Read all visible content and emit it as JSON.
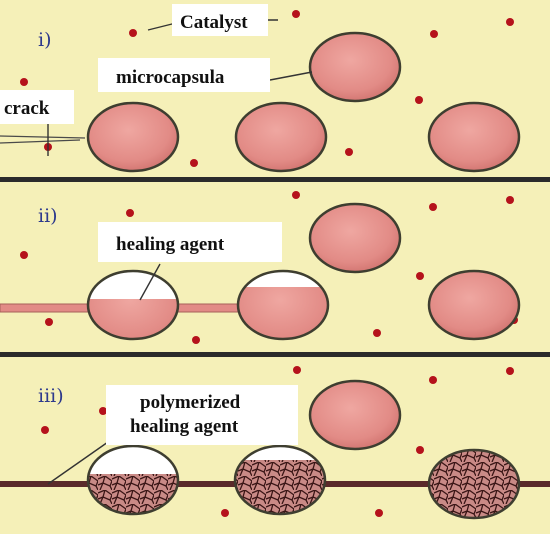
{
  "panels": [
    {
      "label": "i)"
    },
    {
      "label": "ii)"
    },
    {
      "label": "iii)"
    }
  ],
  "callouts": {
    "catalyst": "Catalyst",
    "microcapsula": "microcapsula",
    "crack": "crack",
    "healing_agent": "healing agent",
    "polymerized_line1": "polymerized",
    "polymerized_line2": "healing agent"
  },
  "colors": {
    "background": "#f5f0b8",
    "capsule_fill": "#e28b86",
    "capsule_outline": "#3e3e30",
    "catalyst_dot": "#b5121b",
    "divider": "#2b2b2b",
    "polymer": "#5a2a2a"
  }
}
